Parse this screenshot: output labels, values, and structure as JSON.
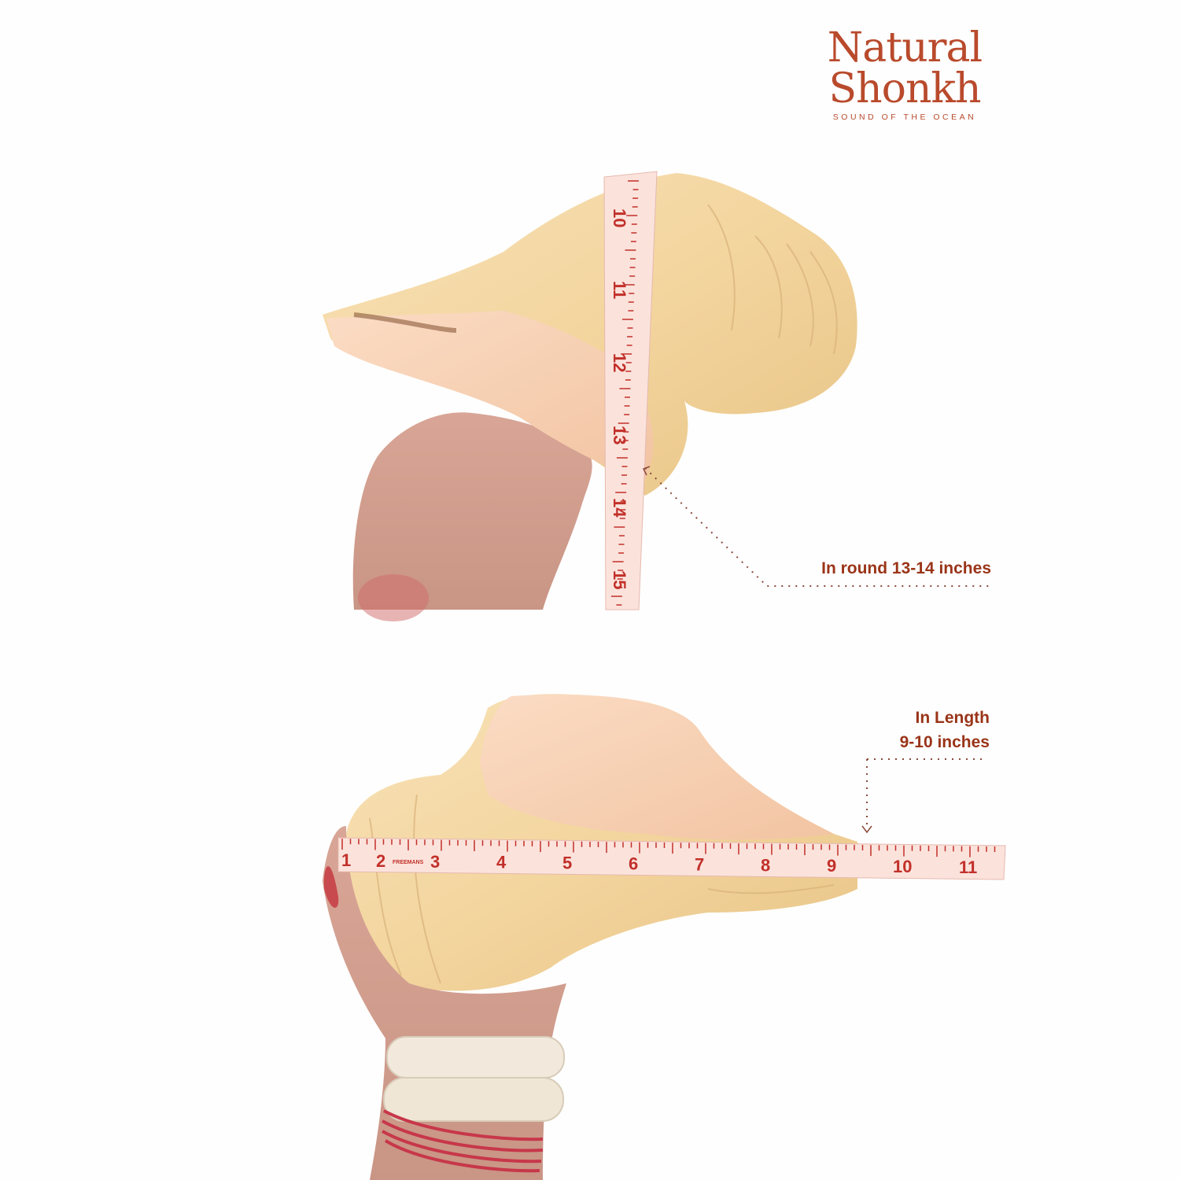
{
  "brand": {
    "line1": "Natural",
    "line2": "Shonkh",
    "tagline": "SOUND OF THE OCEAN",
    "color": "#b94a2c"
  },
  "annotations": {
    "circumference": "In round 13-14 inches",
    "length_line1": "In Length",
    "length_line2": "9-10 inches",
    "color": "#9a3418"
  },
  "tapes": {
    "vertical_numbers": [
      "10",
      "11",
      "12",
      "13",
      "14",
      "15"
    ],
    "horizontal_numbers": [
      "1",
      "2",
      "3",
      "4",
      "5",
      "6",
      "7",
      "8",
      "9",
      "10",
      "11"
    ],
    "horizontal_brand": "FREEMANS"
  }
}
